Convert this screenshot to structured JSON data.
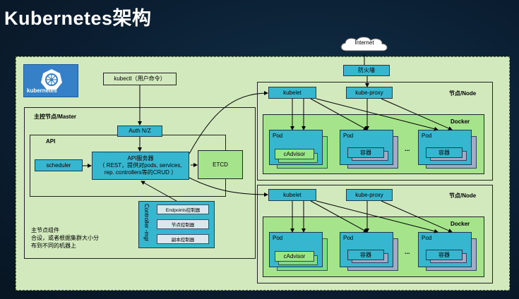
{
  "title": "Kubernetes架构",
  "internet": "Internet",
  "firewall": "防火墙",
  "logo_text": "kubernetes",
  "kubectl": "kubectl（用户命令）",
  "master": {
    "label": "主控节点/Master",
    "auth": "Auth N/Z",
    "api_label": "API",
    "scheduler": "scheduler",
    "api_server_line1": "API服务器",
    "api_server_line2": "（ REST，提供对pods, services,",
    "api_server_line3": "rep. controllers等的CRUD ）",
    "etcd": "ETCD",
    "controller_mgr": "Controller -mgr",
    "controllers": [
      "Endpoints控制器",
      "节点控制器",
      "副本控制器"
    ],
    "note_line1": "主节点组件",
    "note_line2": "合设，或者根据集群大小分",
    "note_line3": "布到不同的机器上"
  },
  "nodes": [
    {
      "label": "节点/Node",
      "kubelet": "kubelet",
      "kube_proxy": "kube-proxy",
      "docker": "Docker",
      "pods": [
        {
          "title": "Pod",
          "inner": "cAdvisor"
        },
        {
          "title": "Pod",
          "inner": "容器"
        },
        {
          "title": "Pod",
          "inner": "容器"
        }
      ],
      "ellipsis": "..."
    },
    {
      "label": "节点/Node",
      "kubelet": "kubelet",
      "kube_proxy": "kube-proxy",
      "docker": "Docker",
      "pods": [
        {
          "title": "Pod",
          "inner": "cAdvisor"
        },
        {
          "title": "Pod",
          "inner": "容器"
        },
        {
          "title": "Pod",
          "inner": "容器"
        }
      ],
      "ellipsis": "..."
    }
  ]
}
